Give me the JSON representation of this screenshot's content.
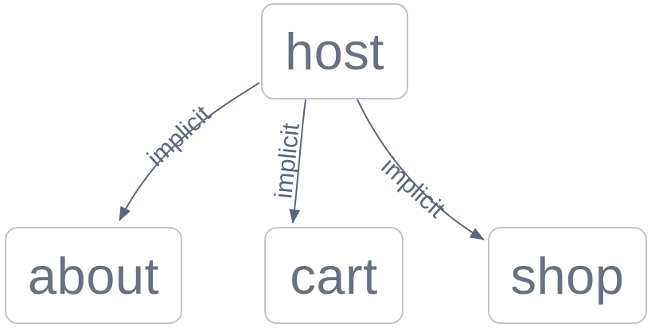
{
  "diagram": {
    "nodes": [
      {
        "id": "host",
        "label": "host"
      },
      {
        "id": "about",
        "label": "about"
      },
      {
        "id": "cart",
        "label": "cart"
      },
      {
        "id": "shop",
        "label": "shop"
      }
    ],
    "edges": [
      {
        "from": "host",
        "to": "about",
        "label": "implicit"
      },
      {
        "from": "host",
        "to": "cart",
        "label": "implicit"
      },
      {
        "from": "host",
        "to": "shop",
        "label": "implicit"
      }
    ],
    "colors": {
      "node_border": "#c3c3c4",
      "node_text": "#69707e",
      "edge": "#5b6779",
      "background": "#ffffff"
    }
  }
}
